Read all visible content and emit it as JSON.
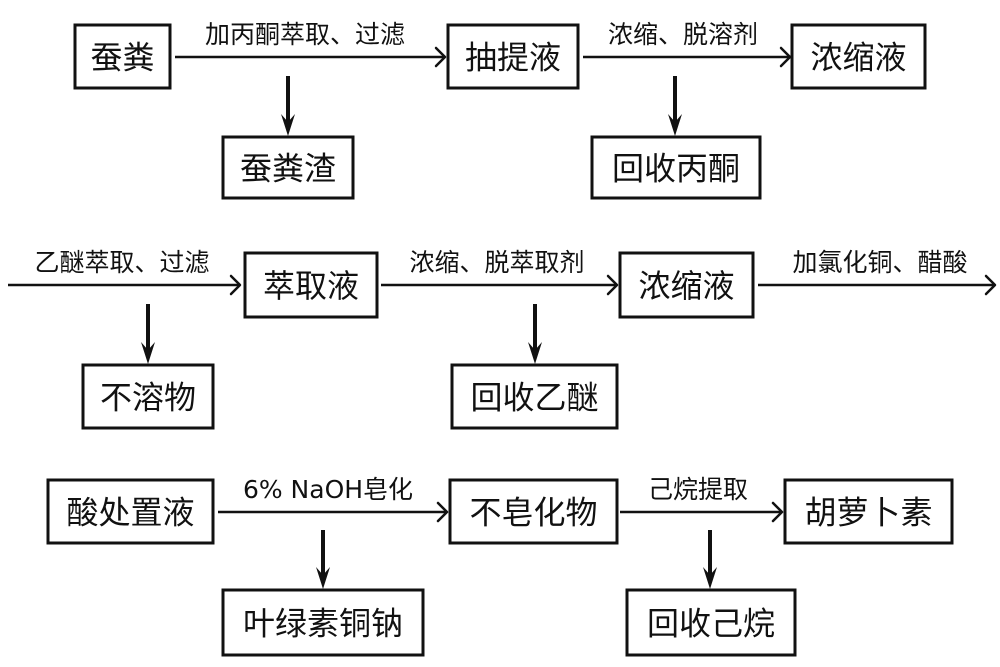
{
  "diagram": {
    "type": "process-flowchart",
    "colors": {
      "stroke": "#111111",
      "background": "#ffffff",
      "text": "#111111"
    },
    "nodes": {
      "silkworm_feces": "蚕粪",
      "extract_liquid": "抽提液",
      "concentrate_1": "浓缩液",
      "feces_residue": "蚕粪渣",
      "recovered_acetone": "回收丙酮",
      "ether_extract": "萃取液",
      "insoluble": "不溶物",
      "concentrate_2": "浓缩液",
      "recovered_ether": "回收乙醚",
      "acid_treated": "酸处置液",
      "unsaponifiable": "不皂化物",
      "carotene": "胡萝卜素",
      "chlorophyllin": "叶绿素铜钠",
      "recovered_hexane": "回收己烷"
    },
    "edges": {
      "acetone_extract": "加丙酮萃取、过滤",
      "concentrate_desolvent": "浓缩、脱溶剂",
      "ether_extract_filter": "乙醚萃取、过滤",
      "concentrate_remove_extractant": "浓缩、脱萃取剂",
      "add_cucl2_acetic": "加氯化铜、醋酸",
      "naoh_saponify": "6% NaOH皂化",
      "hexane_extract": "己烷提取"
    },
    "connections": [
      {
        "from": "蚕粪",
        "to": "抽提液",
        "label": "加丙酮萃取、过滤",
        "side_product": "蚕粪渣"
      },
      {
        "from": "抽提液",
        "to": "浓缩液",
        "label": "浓缩、脱溶剂",
        "side_product": "回收丙酮"
      },
      {
        "from": "(continued)",
        "to": "萃取液",
        "label": "乙醚萃取、过滤",
        "side_product": "不溶物"
      },
      {
        "from": "萃取液",
        "to": "浓缩液",
        "label": "浓缩、脱萃取剂",
        "side_product": "回收乙醚"
      },
      {
        "from": "浓缩液",
        "to": "(continued)",
        "label": "加氯化铜、醋酸"
      },
      {
        "from": "酸处置液",
        "to": "不皂化物",
        "label": "6% NaOH皂化",
        "side_product": "叶绿素铜钠"
      },
      {
        "from": "不皂化物",
        "to": "胡萝卜素",
        "label": "己烷提取",
        "side_product": "回收己烷"
      }
    ]
  }
}
